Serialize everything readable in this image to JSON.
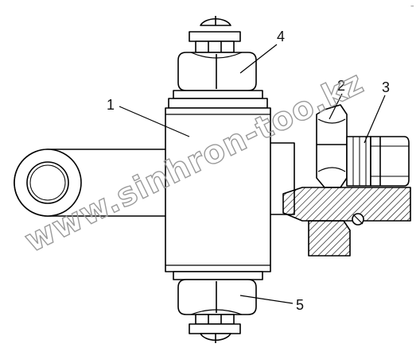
{
  "callouts": [
    {
      "id": "1",
      "label": "1"
    },
    {
      "id": "2",
      "label": "2"
    },
    {
      "id": "3",
      "label": "3"
    },
    {
      "id": "4",
      "label": "4"
    },
    {
      "id": "5",
      "label": "5"
    }
  ],
  "watermark": "www.sinhron-too.kz",
  "corner_mark": "–"
}
